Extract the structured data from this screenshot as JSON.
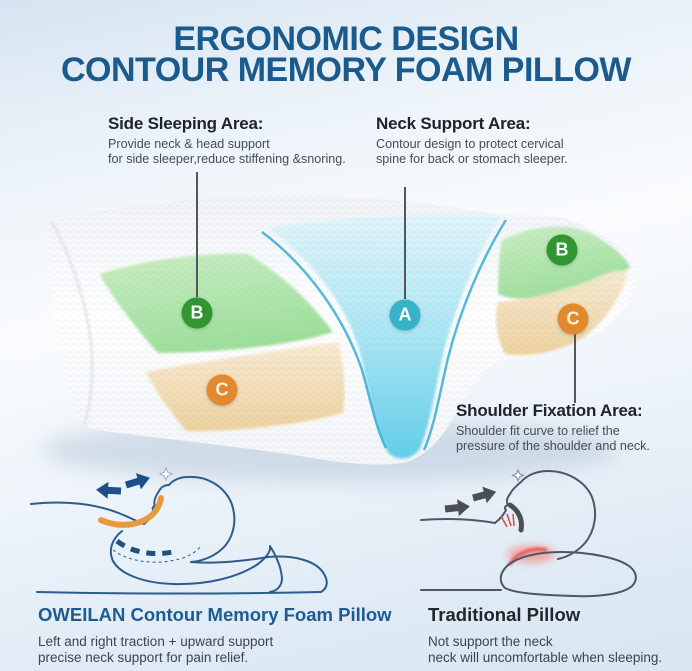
{
  "title": {
    "line1": "ERGONOMIC DESIGN",
    "line2": "CONTOUR MEMORY FOAM PILLOW"
  },
  "annotations": {
    "side_sleeping": {
      "heading": "Side Sleeping Area:",
      "line1": "Provide neck & head support",
      "line2": "for side sleeper,reduce stiffening &snoring."
    },
    "neck_support": {
      "heading": "Neck Support Area:",
      "line1": "Contour design to protect cervical",
      "line2": "spine for back or stomach sleeper."
    },
    "shoulder_fixation": {
      "heading": "Shoulder Fixation Area:",
      "line1": "Shoulder fit curve to relief the",
      "line2": "pressure of the shoulder and neck."
    }
  },
  "labels": {
    "a": "A",
    "b": "B",
    "c": "C"
  },
  "bottom_left": {
    "heading": "OWEILAN Contour Memory Foam Pillow",
    "line1": "Left and right traction + upward support",
    "line2": "precise neck support for pain relief."
  },
  "bottom_right": {
    "heading": "Traditional Pillow",
    "line1": "Not support the neck",
    "line2": "neck will uncomfortable when sleeping."
  },
  "colors": {
    "title_blue": "#1a5a8c",
    "badge_green": "#2f9632",
    "badge_cyan": "#38b2c9",
    "badge_orange": "#e1892e",
    "zone_green": "#9adf96",
    "zone_cyan": "#55cbea",
    "zone_tan": "#efd29c",
    "diagram_blue": "#2b5d8c",
    "diagram_gray": "#4e5864",
    "accent_orange_arc": "#e89b3e",
    "pain_red": "#e23c34",
    "background_blue": "#d9e6f2"
  }
}
